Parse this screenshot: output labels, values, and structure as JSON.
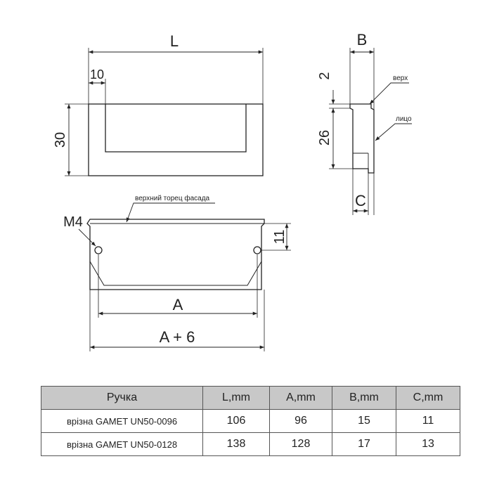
{
  "dims": {
    "L": "L",
    "ten": "10",
    "thirty": "30",
    "B": "B",
    "two": "2",
    "twentysix": "26",
    "C": "C",
    "M4": "M4",
    "eleven": "11",
    "A": "A",
    "A_plus_6": "A + 6"
  },
  "notes": {
    "top": "верх",
    "face": "лицо",
    "top_edge": "верхний торец фасада"
  },
  "table": {
    "headers": [
      "Ручка",
      "L,mm",
      "A,mm",
      "B,mm",
      "C,mm"
    ],
    "rows": [
      [
        "врізна GAMET UN50-0096",
        "106",
        "96",
        "15",
        "11"
      ],
      [
        "врізна GAMET UN50-0128",
        "138",
        "128",
        "17",
        "13"
      ]
    ]
  }
}
